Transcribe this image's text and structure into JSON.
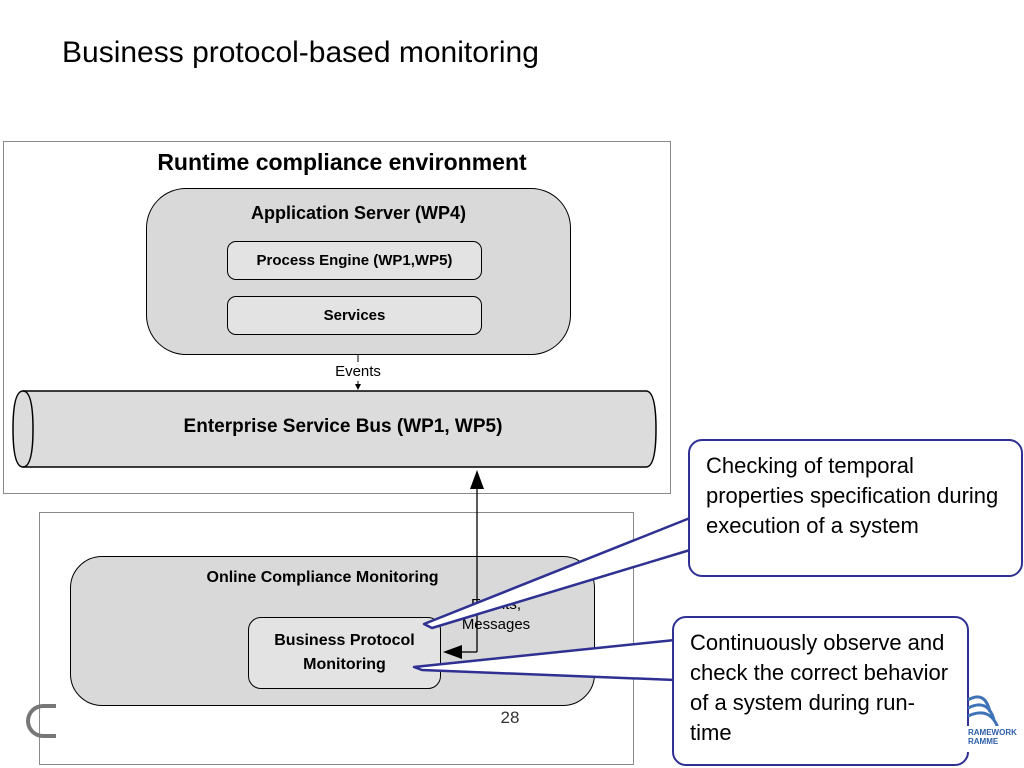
{
  "slide": {
    "title": "Business protocol-based monitoring",
    "page_number": "28"
  },
  "runtime_env": {
    "title": "Runtime compliance environment",
    "app_server": {
      "title": "Application Server (WP4)",
      "process_engine": "Process Engine (WP1,WP5)",
      "services": "Services"
    },
    "events_label": "Events",
    "esb_label": "Enterprise Service Bus (WP1, WP5)"
  },
  "monitoring": {
    "title": "Online Compliance Monitoring",
    "bpm_label": "Business Protocol Monitoring",
    "events_messages_label": "Events, Messages"
  },
  "callouts": {
    "top": "Checking of temporal properties specification during execution of a system",
    "bottom": "Continuously observe and check the correct behavior of a system during run-time"
  },
  "colors": {
    "callout_border": "#2e3192",
    "component_fill": "#d9d9d9"
  }
}
